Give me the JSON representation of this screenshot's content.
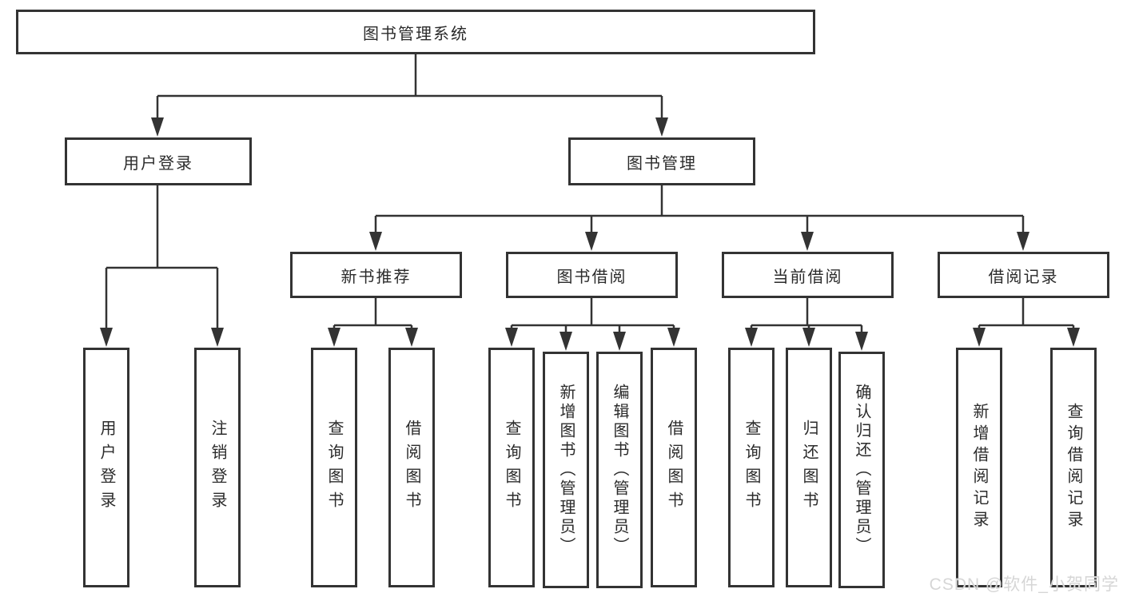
{
  "diagram": {
    "title": "图书管理系统",
    "root": "图书管理系统",
    "level2": [
      "用户登录",
      "图书管理"
    ],
    "level3": [
      "新书推荐",
      "图书借阅",
      "当前借阅",
      "借阅记录"
    ],
    "leaves": [
      "用户登录",
      "注销登录",
      "查询图书",
      "借阅图书",
      "查询图书",
      "新增图书（管理员）",
      "编辑图书（管理员）",
      "借阅图书",
      "查询图书",
      "归还图书",
      "确认归还（管理员）",
      "新增借阅记录",
      "查询借阅记录"
    ]
  },
  "watermark": "CSDN @软件_小贺同学",
  "colors": {
    "line": "#333333",
    "text": "#2b2b2b",
    "watermark": "#d6d6d6",
    "background": "#ffffff"
  }
}
